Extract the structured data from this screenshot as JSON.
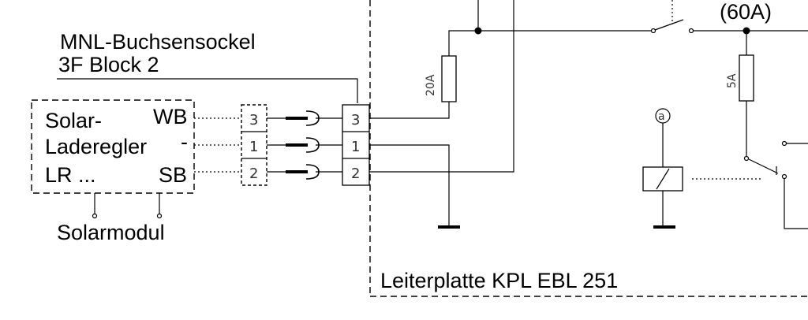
{
  "labels": {
    "socket_line1": "MNL-Buchsensockel",
    "socket_line2": "3F Block 2",
    "regulator_line1": "Solar-",
    "regulator_line2": "Laderegler",
    "regulator_line3": "LR ...",
    "term_wb": "WB",
    "term_minus": "-",
    "term_sb": "SB",
    "solar_module": "Solarmodul",
    "board": "Leiterplatte KPL EBL 251",
    "main_fuse": "(60A)",
    "fuse_a": "20A",
    "fuse_b": "5A",
    "relay_mark": "a"
  },
  "pins": {
    "left": [
      "3",
      "1",
      "2"
    ],
    "right": [
      "3",
      "1",
      "2"
    ]
  }
}
